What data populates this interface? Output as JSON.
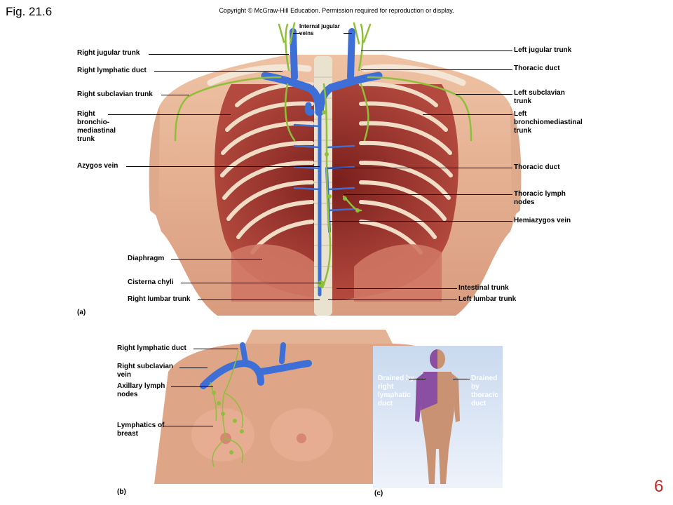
{
  "figure": {
    "title": "Fig. 21.6",
    "copyright": "Copyright © McGraw-Hill Education. Permission required for reproduction or display.",
    "page_number": "6"
  },
  "panel_a": {
    "tag": "(a)",
    "internal_jugular_label": "Internal jugular veins",
    "left_labels": {
      "right_jugular_trunk": "Right jugular trunk",
      "right_lymphatic_duct": "Right lymphatic duct",
      "right_subclavian_trunk": "Right subclavian trunk",
      "right_bronchiomediastinal_trunk": "Right bronchio- mediastinal trunk",
      "azygos_vein": "Azygos vein",
      "diaphragm": "Diaphragm",
      "cisterna_chyli": "Cisterna chyli",
      "right_lumbar_trunk": "Right lumbar trunk"
    },
    "right_labels": {
      "left_jugular_trunk": "Left jugular trunk",
      "thoracic_duct_top": "Thoracic duct",
      "left_subclavian_trunk": "Left subclavian trunk",
      "left_bronchiomediastinal_trunk": "Left bronchiomediastinal trunk",
      "thoracic_duct_mid": "Thoracic duct",
      "thoracic_lymph_nodes": "Thoracic lymph nodes",
      "hemiazygos_vein": "Hemiazygos vein",
      "intestinal_trunk": "Intestinal trunk",
      "left_lumbar_trunk": "Left lumbar trunk"
    }
  },
  "panel_b": {
    "tag": "(b)",
    "labels": {
      "right_lymphatic_duct": "Right lymphatic duct",
      "right_subclavian_vein": "Right subclavian vein",
      "axillary_lymph_nodes": "Axillary lymph nodes",
      "lymphatics_of_breast": "Lymphatics of breast"
    }
  },
  "panel_c": {
    "tag": "(c)",
    "labels": {
      "drained_right": "Drained by right lymphatic duct",
      "drained_thoracic": "Drained by thoracic duct"
    }
  },
  "colors": {
    "vein_blue": "#3d6fd6",
    "lymph_green": "#8fbf3a",
    "muscle_red": "#b8463f",
    "skin": "#e8b79a",
    "right_drainage_purple": "#8a4fa3",
    "page_number_red": "#c62828"
  }
}
